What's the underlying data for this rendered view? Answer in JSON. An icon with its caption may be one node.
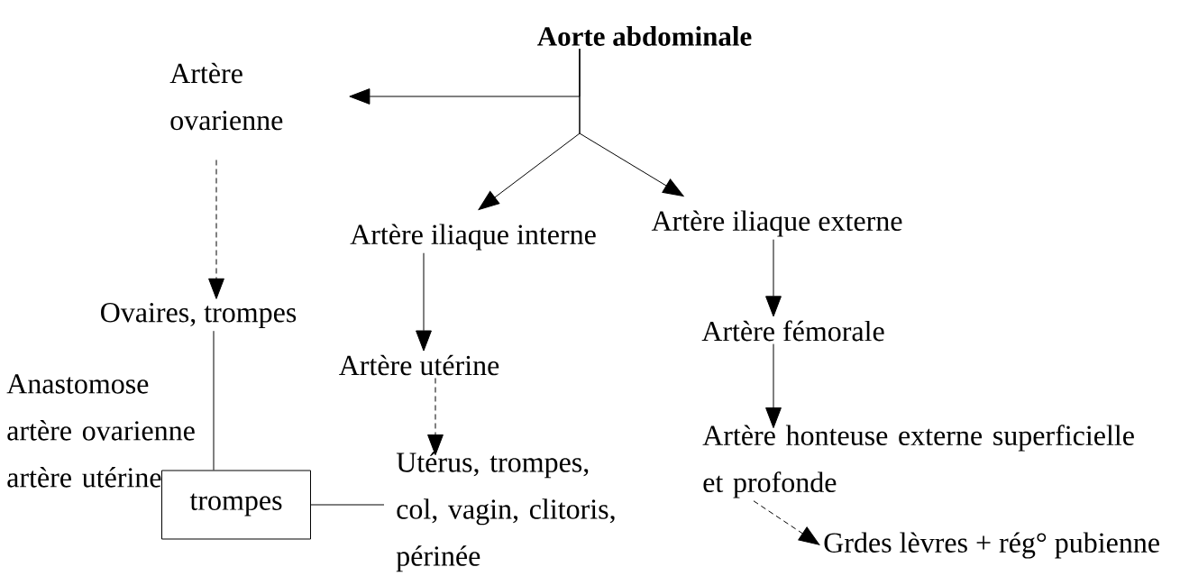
{
  "diagram": {
    "nodes": [
      {
        "text": [
          "Aorte abdominale"
        ]
      },
      {
        "text": [
          "Artère ovarienne"
        ]
      },
      {
        "text": [
          "Artère iliaque interne"
        ]
      },
      {
        "text": [
          "Artère iliaque externe"
        ]
      },
      {
        "text": [
          "Ovaires, trompes"
        ]
      },
      {
        "text": [
          "Artère utérine"
        ]
      },
      {
        "text": [
          "Artère fémorale"
        ]
      },
      {
        "text": [
          "trompes"
        ]
      },
      {
        "text": [
          "Utérus, trompes, col, vagin, clitoris, périnée"
        ]
      },
      {
        "text": [
          "Artère honteuse externe superficielle et profonde"
        ]
      },
      {
        "text": [
          "Grdes lèvres + rég° pubienne"
        ]
      }
    ],
    "edges": [
      {
        "from": 0,
        "to": 1,
        "arrow": "to"
      },
      {
        "from": 0,
        "to": 2,
        "arrow": "to"
      },
      {
        "from": 0,
        "to": 3,
        "arrow": "to"
      },
      {
        "from": 1,
        "to": 4,
        "arrow": "to",
        "style": "dashed"
      },
      {
        "from": 2,
        "to": 5,
        "arrow": "to"
      },
      {
        "from": 3,
        "to": 6,
        "arrow": "to"
      },
      {
        "from": 5,
        "to": 8,
        "arrow": "to",
        "style": "dashed"
      },
      {
        "from": 6,
        "to": 9,
        "arrow": "to"
      },
      {
        "from": 9,
        "to": 10,
        "arrow": "to",
        "style": "dashed"
      },
      {
        "from": 4,
        "to": 7,
        "arrow": "none"
      },
      {
        "from": 7,
        "to": 8,
        "arrow": "none"
      }
    ],
    "labels": [
      "Anastomose artère ovarienne artère utérine"
    ]
  }
}
